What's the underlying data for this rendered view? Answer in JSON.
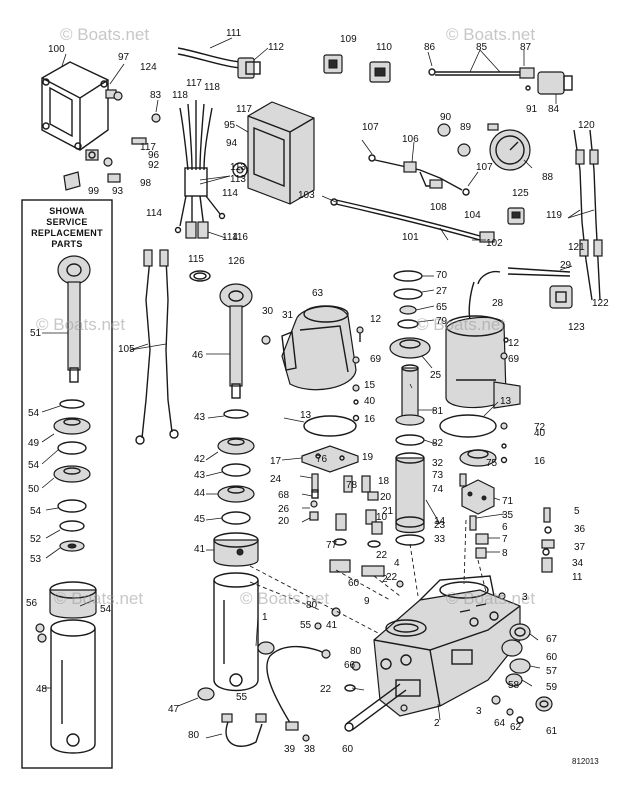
{
  "watermarks": [
    "© Boats.net",
    "© Boats.net",
    "© Boats.net",
    "© Boats.net",
    "© Boats.net",
    "© Boats.net",
    "© Boats.net"
  ],
  "service_box": {
    "line1": "SHOWA",
    "line2": "SERVICE",
    "line3": "REPLACEMENT",
    "line4": "PARTS"
  },
  "drawing_code": "812013",
  "callouts": [
    "100",
    "97",
    "124",
    "111",
    "112",
    "109",
    "110",
    "86",
    "85",
    "87",
    "84",
    "91",
    "83",
    "117",
    "118",
    "118",
    "117",
    "95",
    "117",
    "94",
    "96",
    "92",
    "93",
    "98",
    "99",
    "113",
    "113",
    "114",
    "114",
    "114",
    "116",
    "115",
    "126",
    "107",
    "106",
    "90",
    "89",
    "88",
    "107",
    "108",
    "103",
    "104",
    "101",
    "102",
    "125",
    "120",
    "119",
    "121",
    "29",
    "122",
    "123",
    "51",
    "105",
    "46",
    "30",
    "31",
    "63",
    "12",
    "69",
    "70",
    "27",
    "65",
    "79",
    "28",
    "12",
    "69",
    "25",
    "54",
    "49",
    "54",
    "50",
    "54",
    "52",
    "53",
    "43",
    "42",
    "43",
    "44",
    "45",
    "41",
    "15",
    "40",
    "16",
    "81",
    "13",
    "13",
    "72",
    "40",
    "16",
    "17",
    "76",
    "19",
    "18",
    "20",
    "24",
    "68",
    "26",
    "20",
    "78",
    "82",
    "32",
    "75",
    "73",
    "74",
    "71",
    "14",
    "35",
    "5",
    "6",
    "36",
    "7",
    "37",
    "8",
    "34",
    "11",
    "10",
    "21",
    "23",
    "33",
    "77",
    "60",
    "22",
    "4",
    "9",
    "22",
    "2",
    "3",
    "2",
    "1",
    "55",
    "80",
    "41",
    "80",
    "66",
    "22",
    "67",
    "60",
    "57",
    "59",
    "58",
    "3",
    "64",
    "62",
    "61",
    "60",
    "56",
    "54",
    "48",
    "47",
    "55",
    "80",
    "39",
    "38",
    "80"
  ]
}
